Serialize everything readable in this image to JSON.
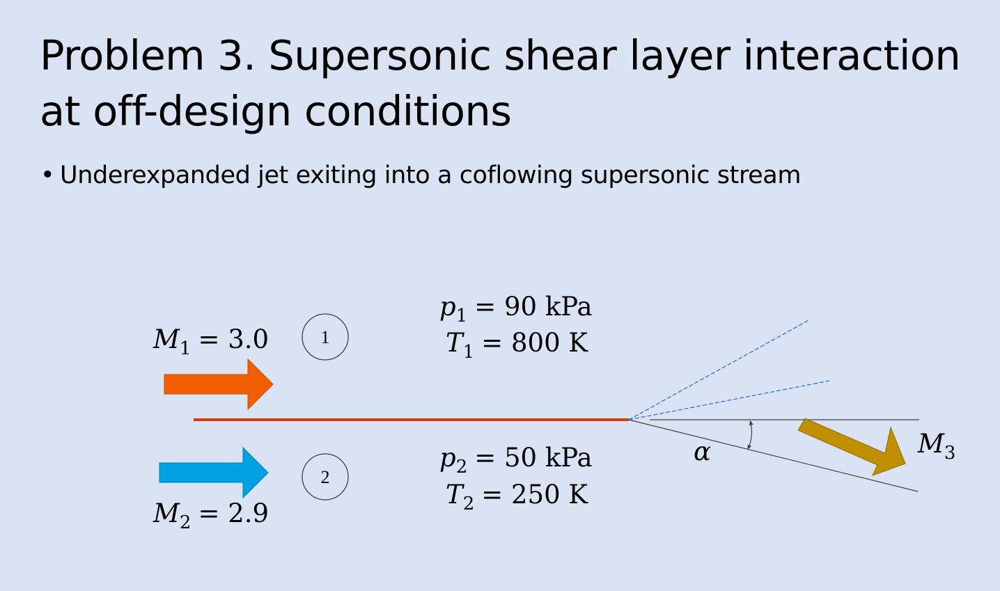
{
  "slide": {
    "title_line1": "Problem 3. Supersonic shear layer interaction",
    "title_line2": "at off-design conditions",
    "bullet_marker": "•",
    "bullet_text": "Underexpanded jet exiting into a coflowing supersonic stream"
  },
  "diagram": {
    "stream1": {
      "mach_symbol": "M",
      "mach_sub": "1",
      "mach_value": "= 3.0",
      "region_label": "1",
      "pressure_symbol": "p",
      "pressure_sub": "1",
      "pressure_value": "= 90 kPa",
      "temperature_symbol": "T",
      "temperature_sub": "1",
      "temperature_value": "= 800 K",
      "arrow_color": "#f06000"
    },
    "stream2": {
      "mach_symbol": "M",
      "mach_sub": "2",
      "mach_value": "= 2.9",
      "region_label": "2",
      "pressure_symbol": "p",
      "pressure_sub": "2",
      "pressure_value": "= 50 kPa",
      "temperature_symbol": "T",
      "temperature_sub": "2",
      "temperature_value": "= 250 K",
      "arrow_color": "#00a2e2"
    },
    "outlet": {
      "mach_symbol": "M",
      "mach_sub": "3",
      "angle_symbol": "α",
      "arrow_color": "#bf8f00"
    },
    "colors": {
      "splitter_plate": "#d83b01",
      "expansion_fan": "#2e75d6",
      "lines": "#404040"
    }
  }
}
